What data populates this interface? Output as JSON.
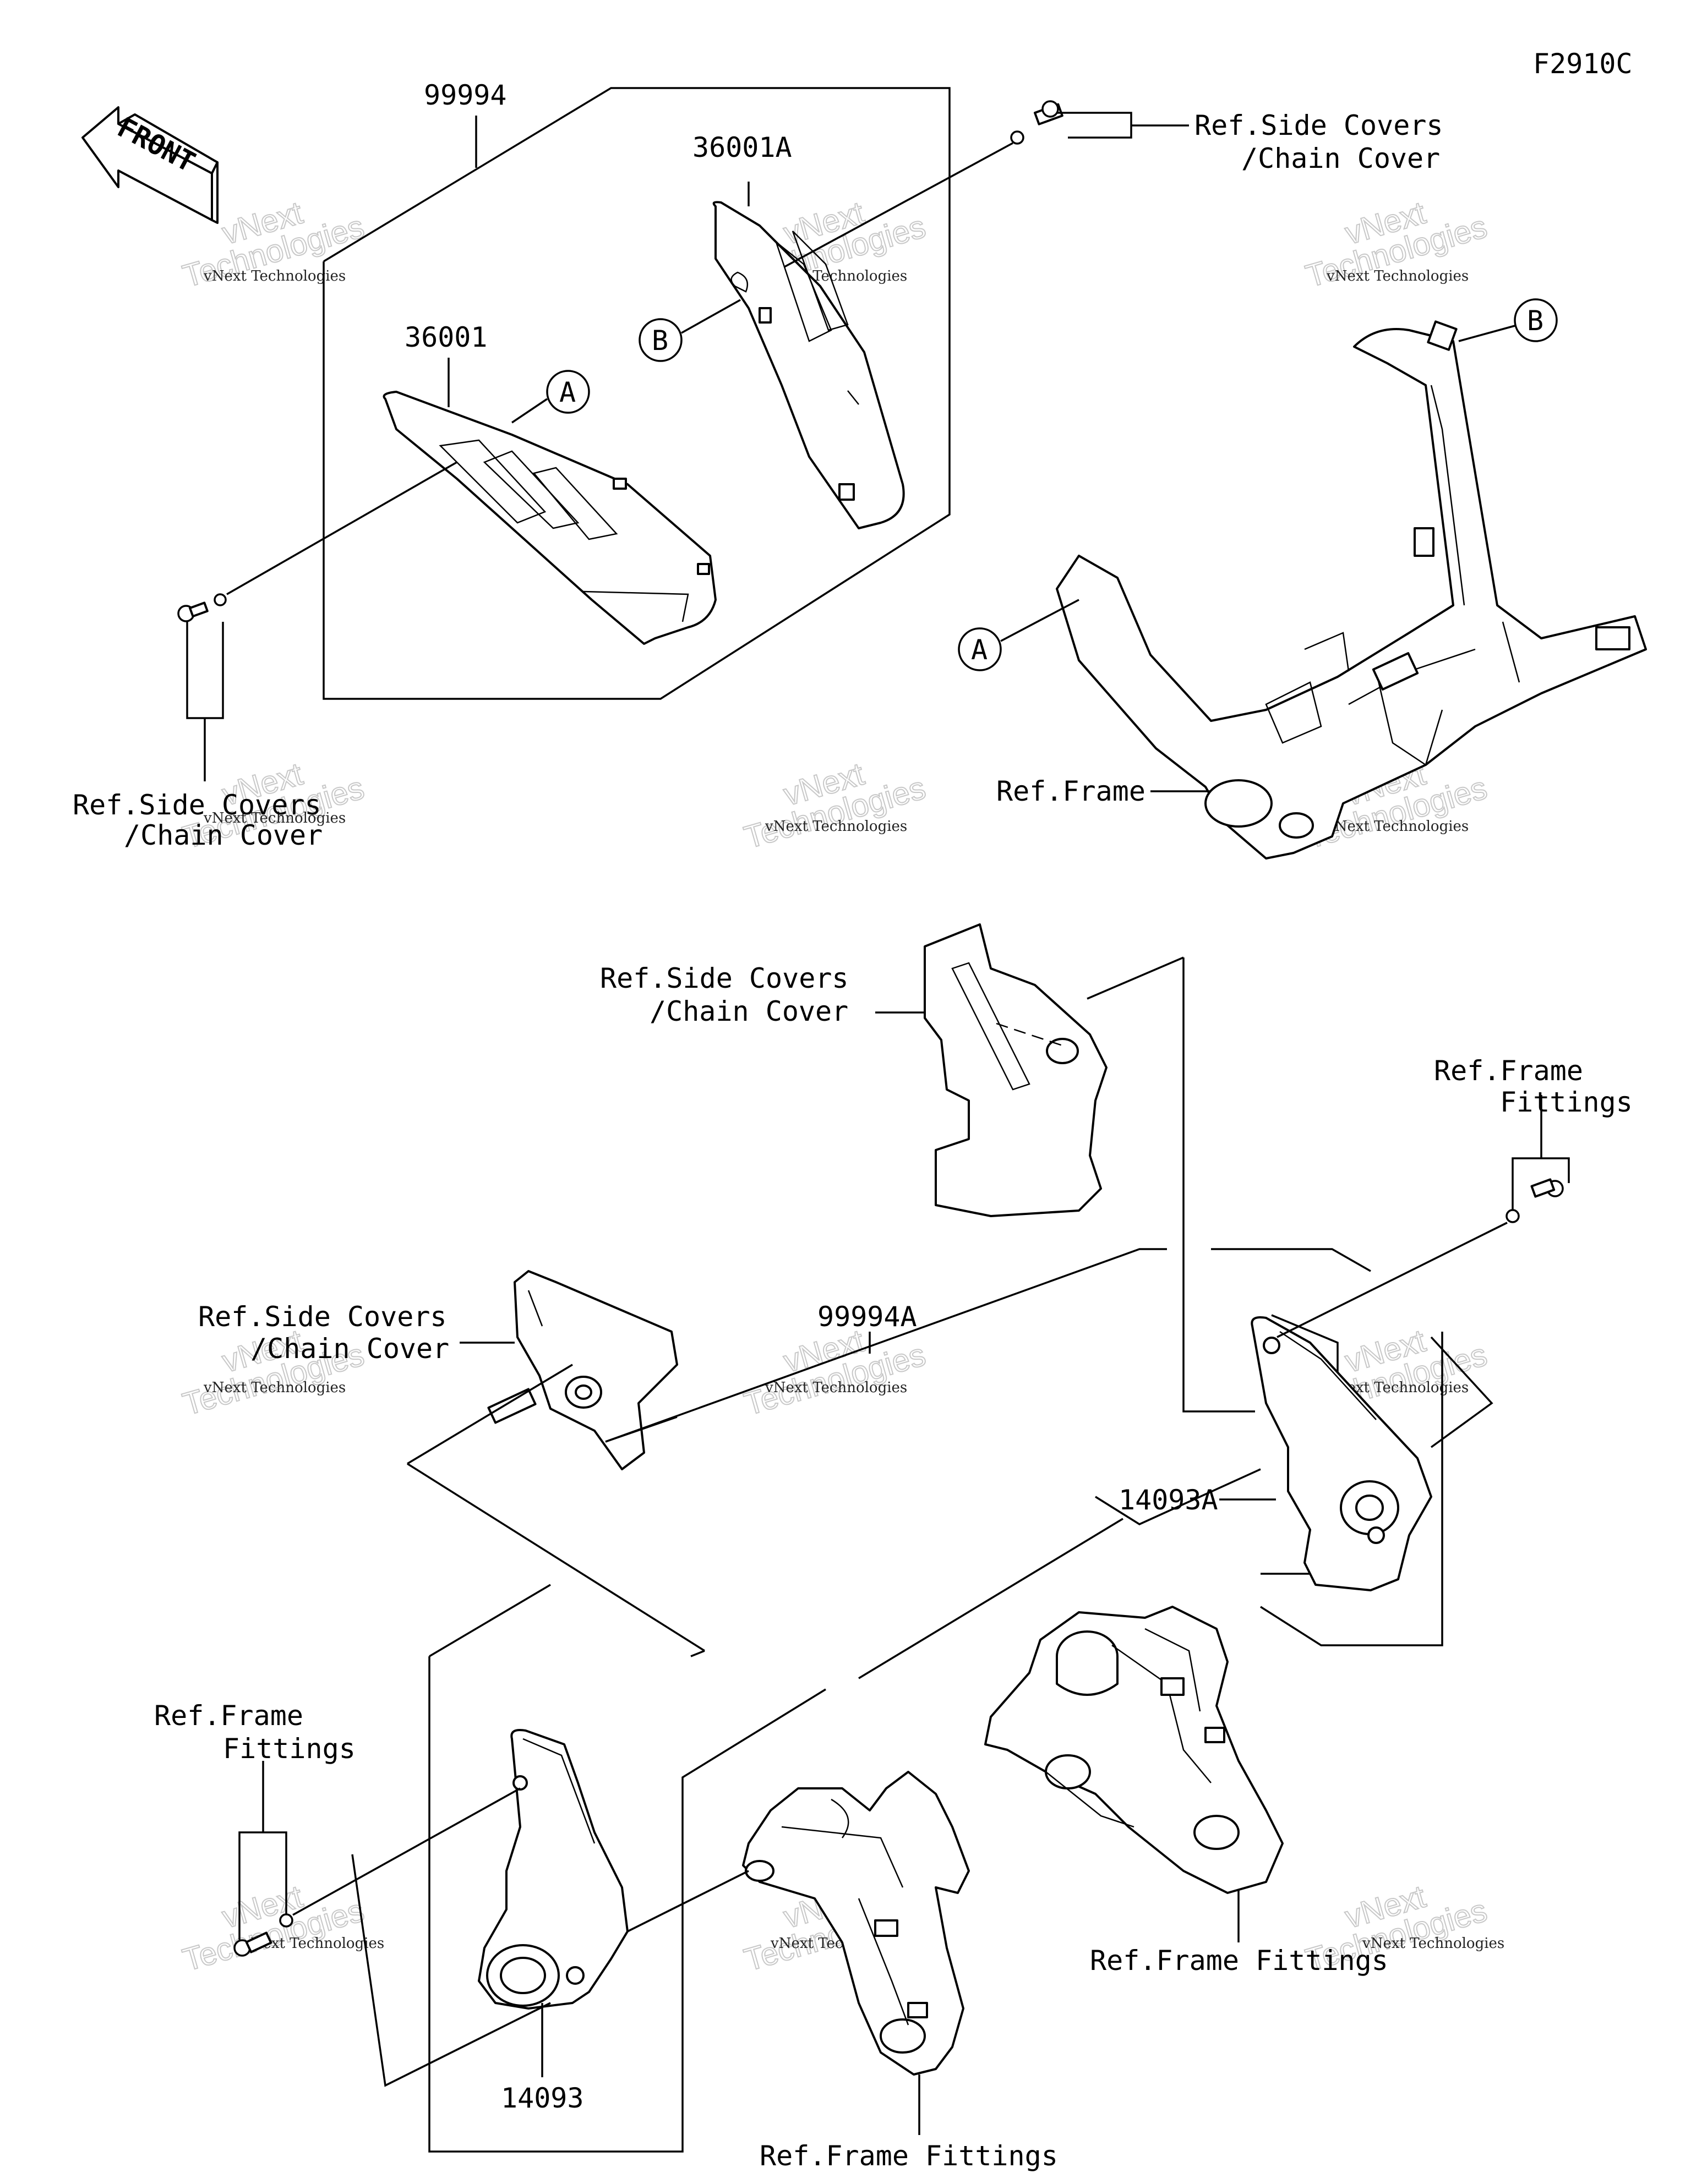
{
  "diagram": {
    "code": "F2910C",
    "front_label": "FRONT",
    "labels": {
      "p99994": "99994",
      "p36001A": "36001A",
      "p36001": "36001",
      "p99994A": "99994A",
      "p14093A": "14093A",
      "p14093": "14093",
      "ref_frame": "Ref.Frame",
      "ref_side_covers_1": "Ref.Side Covers",
      "ref_chain_cover_1": "/Chain Cover",
      "ref_side_covers_2": "Ref.Side Covers",
      "ref_chain_cover_2": "/Chain Cover",
      "ref_side_covers_3": "Ref.Side Covers",
      "ref_chain_cover_3": "/Chain Cover",
      "ref_side_covers_4": "Ref.Side Covers",
      "ref_chain_cover_4": "/Chain Cover",
      "ref_frame_fittings_a1": "Ref.Frame",
      "ref_frame_fittings_a2": "Fittings",
      "ref_frame_fittings_b1": "Ref.Frame",
      "ref_frame_fittings_b2": "Fittings",
      "ref_frame_fittings_c": "Ref.Frame Fittings",
      "ref_frame_fittings_d": "Ref.Frame Fittings"
    },
    "callouts": {
      "a_top": "A",
      "b_top": "B",
      "a_frame": "A",
      "b_frame": "B"
    },
    "watermark": {
      "small": "vNext Technologies",
      "big_1": "vNext",
      "big_2": "Technologies"
    }
  }
}
